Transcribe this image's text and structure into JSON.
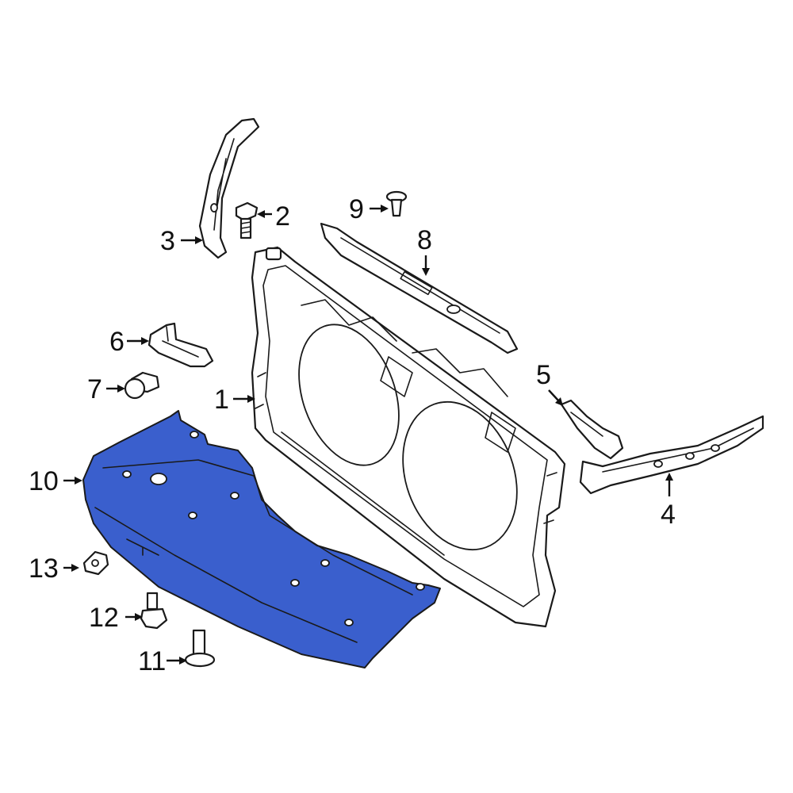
{
  "callouts": [
    {
      "id": "1",
      "text": "1"
    },
    {
      "id": "2",
      "text": "2"
    },
    {
      "id": "3",
      "text": "3"
    },
    {
      "id": "4",
      "text": "4"
    },
    {
      "id": "5",
      "text": "5"
    },
    {
      "id": "6",
      "text": "6"
    },
    {
      "id": "7",
      "text": "7"
    },
    {
      "id": "8",
      "text": "8"
    },
    {
      "id": "9",
      "text": "9"
    },
    {
      "id": "10",
      "text": "10"
    },
    {
      "id": "11",
      "text": "11"
    },
    {
      "id": "12",
      "text": "12"
    },
    {
      "id": "13",
      "text": "13"
    }
  ],
  "colors": {
    "highlight": "#3a5fcd",
    "outline": "#1a1a1a",
    "background": "#ffffff"
  }
}
